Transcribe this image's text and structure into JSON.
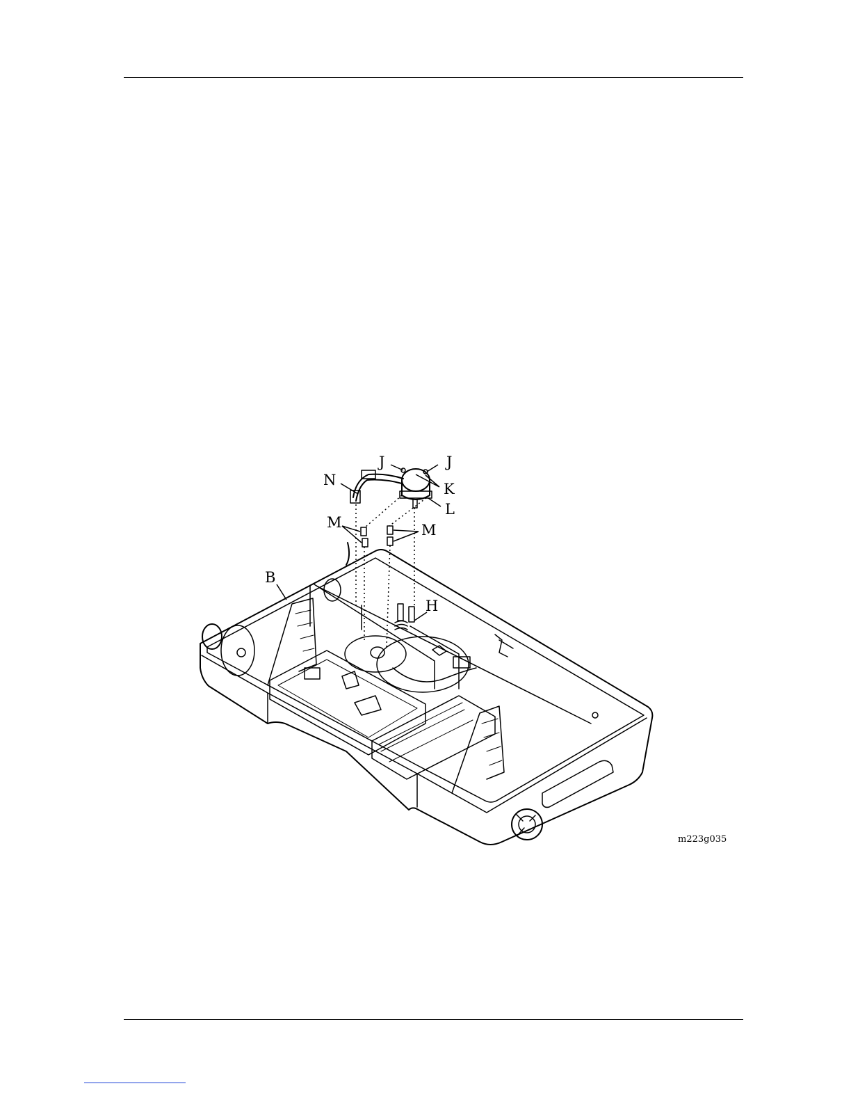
{
  "figure": {
    "callouts": {
      "J1": "J",
      "J2": "J",
      "K": "K",
      "N": "N",
      "L": "L",
      "M1": "M",
      "M2": "M",
      "B": "B",
      "H": "H"
    },
    "figure_id": "m223g035"
  }
}
